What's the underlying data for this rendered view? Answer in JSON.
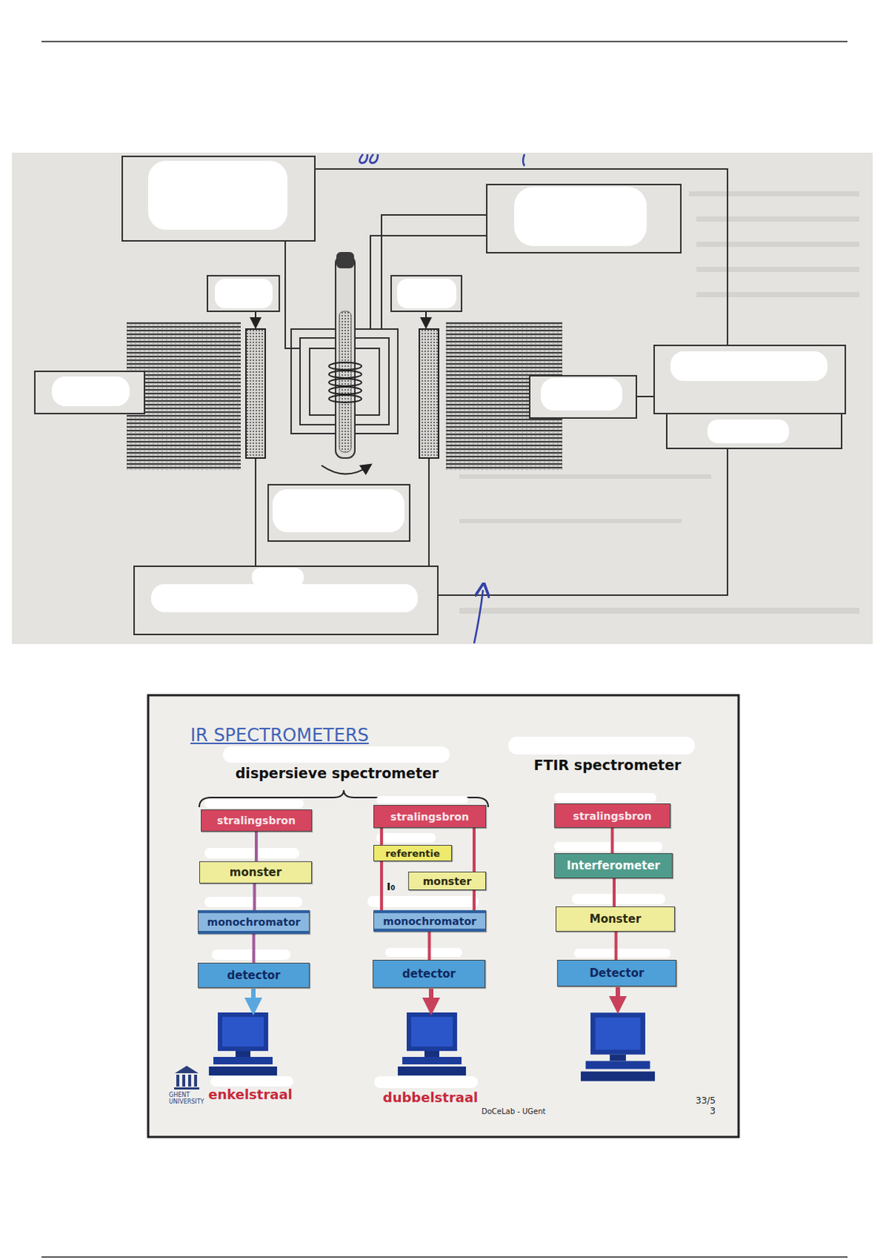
{
  "diagram": {
    "title": "IR SPECTROMETERS",
    "nodes": [
      {
        "text": [
          "stralingsbron"
        ]
      },
      {
        "text": [
          "stralingsbron"
        ]
      },
      {
        "text": [
          "stralingsbron"
        ]
      },
      {
        "text": [
          "monster"
        ]
      },
      {
        "text": [
          "referentie"
        ]
      },
      {
        "text": [
          "monster"
        ]
      },
      {
        "text": [
          "Interferometer"
        ]
      },
      {
        "text": [
          "monochromator"
        ]
      },
      {
        "text": [
          "monochromator"
        ]
      },
      {
        "text": [
          "Monster"
        ]
      },
      {
        "text": [
          "detector"
        ]
      },
      {
        "text": [
          "detector"
        ]
      },
      {
        "text": [
          "Detector"
        ]
      }
    ],
    "edges": [
      {
        "from": 0,
        "to": 3,
        "arrow": "none"
      },
      {
        "from": 3,
        "to": 7,
        "arrow": "none"
      },
      {
        "from": 7,
        "to": 10,
        "arrow": "none"
      },
      {
        "from": 1,
        "to": 4,
        "arrow": "none"
      },
      {
        "from": 1,
        "to": 5,
        "arrow": "none"
      },
      {
        "from": 4,
        "to": 8,
        "arrow": "none"
      },
      {
        "from": 5,
        "to": 8,
        "arrow": "none"
      },
      {
        "from": 8,
        "to": 11,
        "arrow": "none"
      },
      {
        "from": 2,
        "to": 6,
        "arrow": "none"
      },
      {
        "from": 6,
        "to": 9,
        "arrow": "none"
      },
      {
        "from": 9,
        "to": 12,
        "arrow": "none"
      }
    ],
    "labels": [
      "dispersieve spectrometer",
      "FTIR spectrometer",
      "I₀",
      "enkelstraal",
      "dubbelstraal",
      "GHENT UNIVERSITY",
      "DoCeLab - UGent",
      "33/5 3"
    ]
  }
}
